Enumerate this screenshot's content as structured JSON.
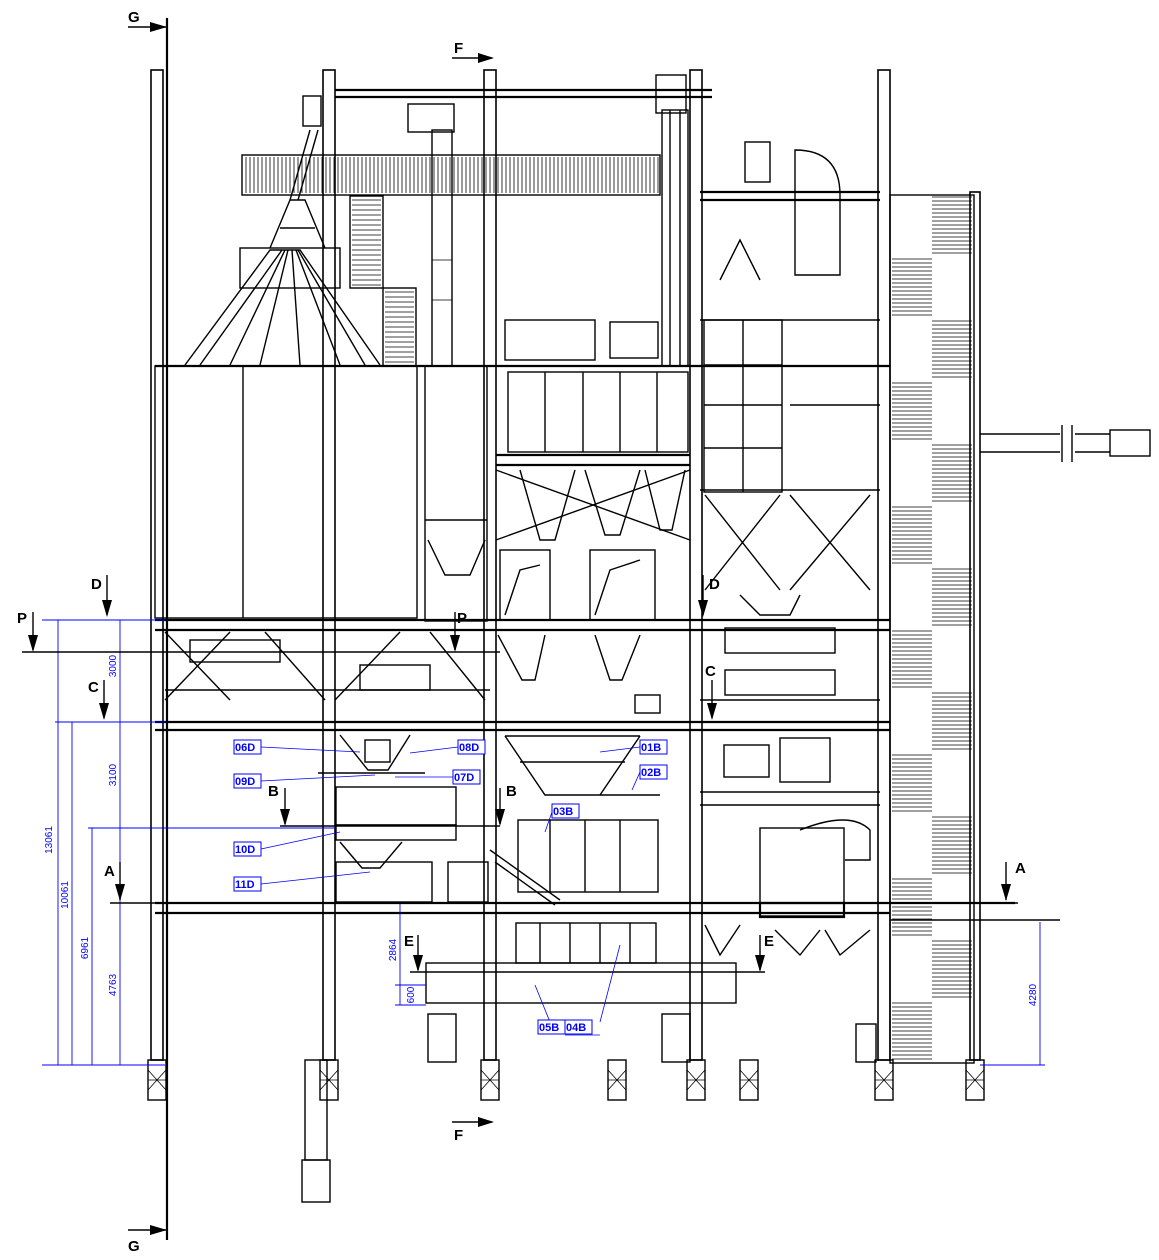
{
  "section_markers": {
    "top_left": "G",
    "bottom_left": "G",
    "top_mid": "F",
    "bottom_mid": "F",
    "d_left": "D",
    "d_right": "D",
    "p_left": "P",
    "p_mid": "P",
    "c_left": "C",
    "c_right": "C",
    "b_left": "B",
    "b_right": "B",
    "a_left": "A",
    "a_right": "A",
    "e_left": "E",
    "e_right": "E"
  },
  "dimensions": {
    "d13061": "13061",
    "d10061": "10061",
    "d6961": "6961",
    "d4763": "4763",
    "d3000": "3000",
    "d3100": "3100",
    "d2864": "2864",
    "d600": "600",
    "d4280": "4280"
  },
  "equipment_tags": {
    "t06D": "06D",
    "t08D": "08D",
    "t09D": "09D",
    "t07D": "07D",
    "t10D": "10D",
    "t11D": "11D",
    "t01B": "01B",
    "t02B": "02B",
    "t03B": "03B",
    "t05B": "05B",
    "t04B": "04B"
  },
  "colors": {
    "line": "#000000",
    "dimension": "#0000ff",
    "background": "#ffffff"
  }
}
